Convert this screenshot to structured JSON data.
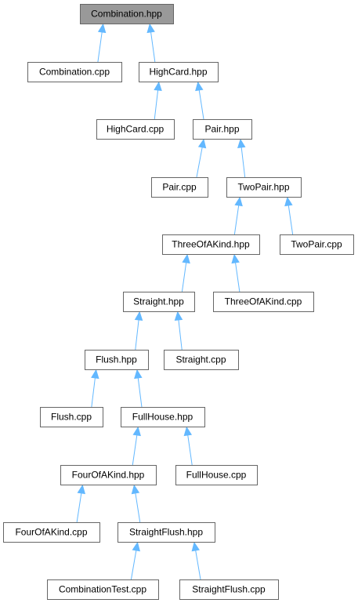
{
  "graph": {
    "nodes": [
      {
        "id": "combination_hpp",
        "label": "Combination.hpp",
        "root": true
      },
      {
        "id": "combination_cpp",
        "label": "Combination.cpp"
      },
      {
        "id": "highcard_hpp",
        "label": "HighCard.hpp"
      },
      {
        "id": "highcard_cpp",
        "label": "HighCard.cpp"
      },
      {
        "id": "pair_hpp",
        "label": "Pair.hpp"
      },
      {
        "id": "pair_cpp",
        "label": "Pair.cpp"
      },
      {
        "id": "twopair_hpp",
        "label": "TwoPair.hpp"
      },
      {
        "id": "threeofakind_hpp",
        "label": "ThreeOfAKind.hpp"
      },
      {
        "id": "twopair_cpp",
        "label": "TwoPair.cpp"
      },
      {
        "id": "straight_hpp",
        "label": "Straight.hpp"
      },
      {
        "id": "threeofakind_cpp",
        "label": "ThreeOfAKind.cpp"
      },
      {
        "id": "flush_hpp",
        "label": "Flush.hpp"
      },
      {
        "id": "straight_cpp",
        "label": "Straight.cpp"
      },
      {
        "id": "flush_cpp",
        "label": "Flush.cpp"
      },
      {
        "id": "fullhouse_hpp",
        "label": "FullHouse.hpp"
      },
      {
        "id": "fourofakind_hpp",
        "label": "FourOfAKind.hpp"
      },
      {
        "id": "fullhouse_cpp",
        "label": "FullHouse.cpp"
      },
      {
        "id": "fourofakind_cpp",
        "label": "FourOfAKind.cpp"
      },
      {
        "id": "straightflush_hpp",
        "label": "StraightFlush.hpp"
      },
      {
        "id": "combinationtest_cpp",
        "label": "CombinationTest.cpp"
      },
      {
        "id": "straightflush_cpp",
        "label": "StraightFlush.cpp"
      }
    ],
    "edges": [
      {
        "from": "combination_cpp",
        "to": "combination_hpp"
      },
      {
        "from": "highcard_hpp",
        "to": "combination_hpp"
      },
      {
        "from": "highcard_cpp",
        "to": "highcard_hpp"
      },
      {
        "from": "pair_hpp",
        "to": "highcard_hpp"
      },
      {
        "from": "pair_cpp",
        "to": "pair_hpp"
      },
      {
        "from": "twopair_hpp",
        "to": "pair_hpp"
      },
      {
        "from": "threeofakind_hpp",
        "to": "twopair_hpp"
      },
      {
        "from": "twopair_cpp",
        "to": "twopair_hpp"
      },
      {
        "from": "straight_hpp",
        "to": "threeofakind_hpp"
      },
      {
        "from": "threeofakind_cpp",
        "to": "threeofakind_hpp"
      },
      {
        "from": "flush_hpp",
        "to": "straight_hpp"
      },
      {
        "from": "straight_cpp",
        "to": "straight_hpp"
      },
      {
        "from": "flush_cpp",
        "to": "flush_hpp"
      },
      {
        "from": "fullhouse_hpp",
        "to": "flush_hpp"
      },
      {
        "from": "fourofakind_hpp",
        "to": "fullhouse_hpp"
      },
      {
        "from": "fullhouse_cpp",
        "to": "fullhouse_hpp"
      },
      {
        "from": "fourofakind_cpp",
        "to": "fourofakind_hpp"
      },
      {
        "from": "straightflush_hpp",
        "to": "fourofakind_hpp"
      },
      {
        "from": "combinationtest_cpp",
        "to": "straightflush_hpp"
      },
      {
        "from": "straightflush_cpp",
        "to": "straightflush_hpp"
      }
    ]
  },
  "colors": {
    "root_fill": "#999999",
    "node_fill": "#ffffff",
    "node_border": "#666666",
    "edge": "#63b8ff",
    "text": "#000000"
  }
}
